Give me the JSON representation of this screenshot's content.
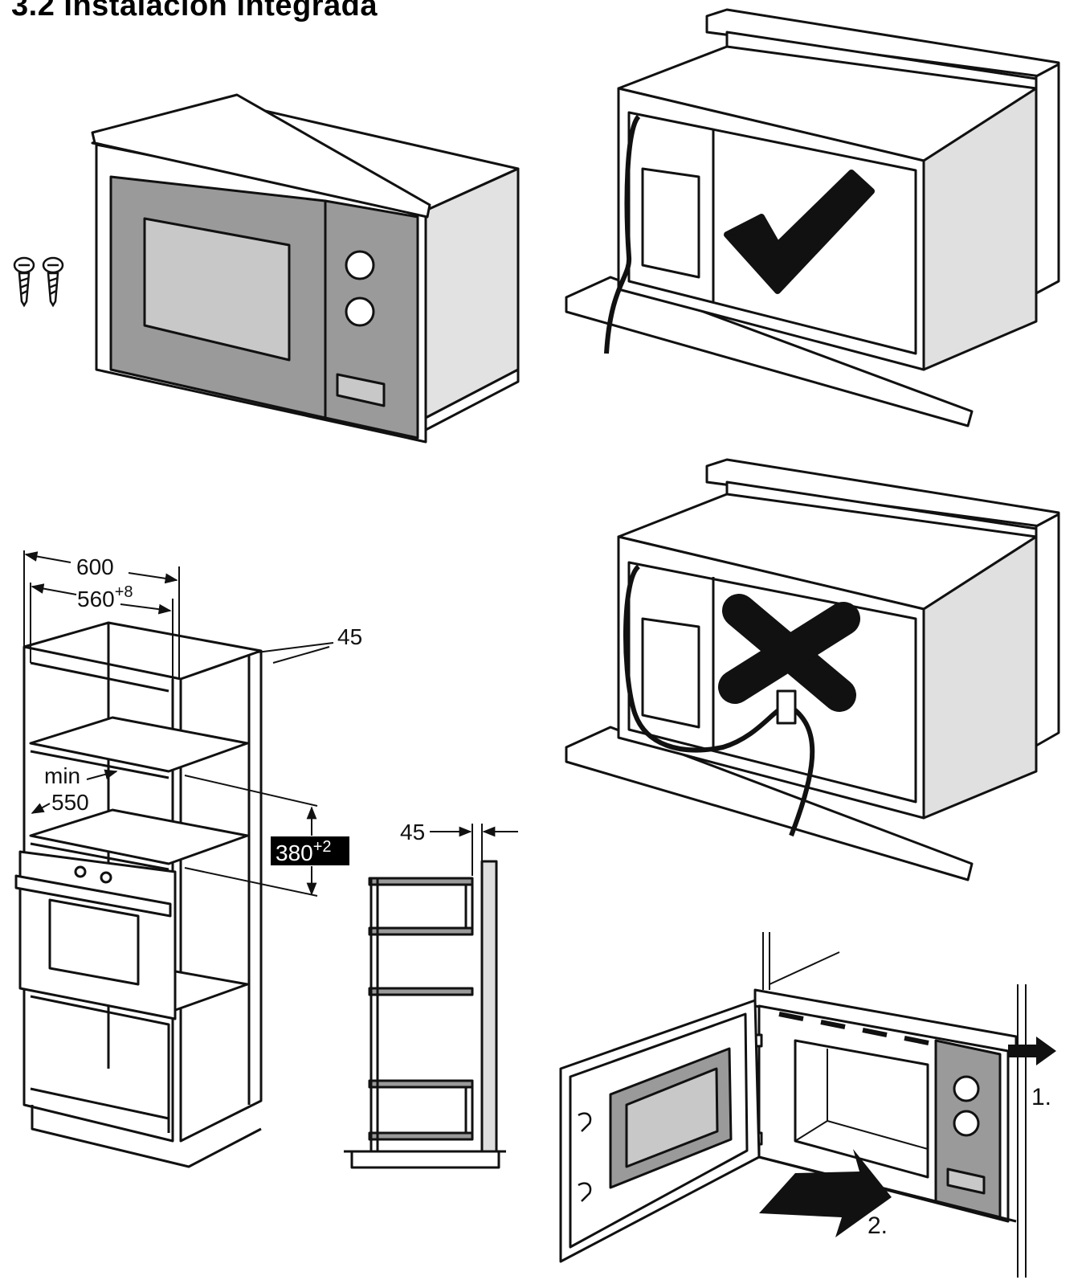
{
  "heading": "3.2 Instalación integrada",
  "dimensions": {
    "cabinet_width": "600",
    "niche_width": "560",
    "niche_width_tol": "+8",
    "top_depth": "45",
    "min_label": "min",
    "min_depth": "550",
    "niche_height": "380",
    "niche_height_tol": "+2",
    "side_gap": "45"
  },
  "steps": {
    "step1": "1.",
    "step2": "2."
  },
  "icons": {
    "correct": "checkmark-icon",
    "incorrect": "cross-icon",
    "screws": "screw-icon"
  },
  "colors": {
    "line": "#111111",
    "panel_gray": "#9a9a9a",
    "window_gray": "#c8c8c8",
    "side_gray": "#dedede",
    "badge_bg": "#000000",
    "badge_text": "#ffffff"
  }
}
